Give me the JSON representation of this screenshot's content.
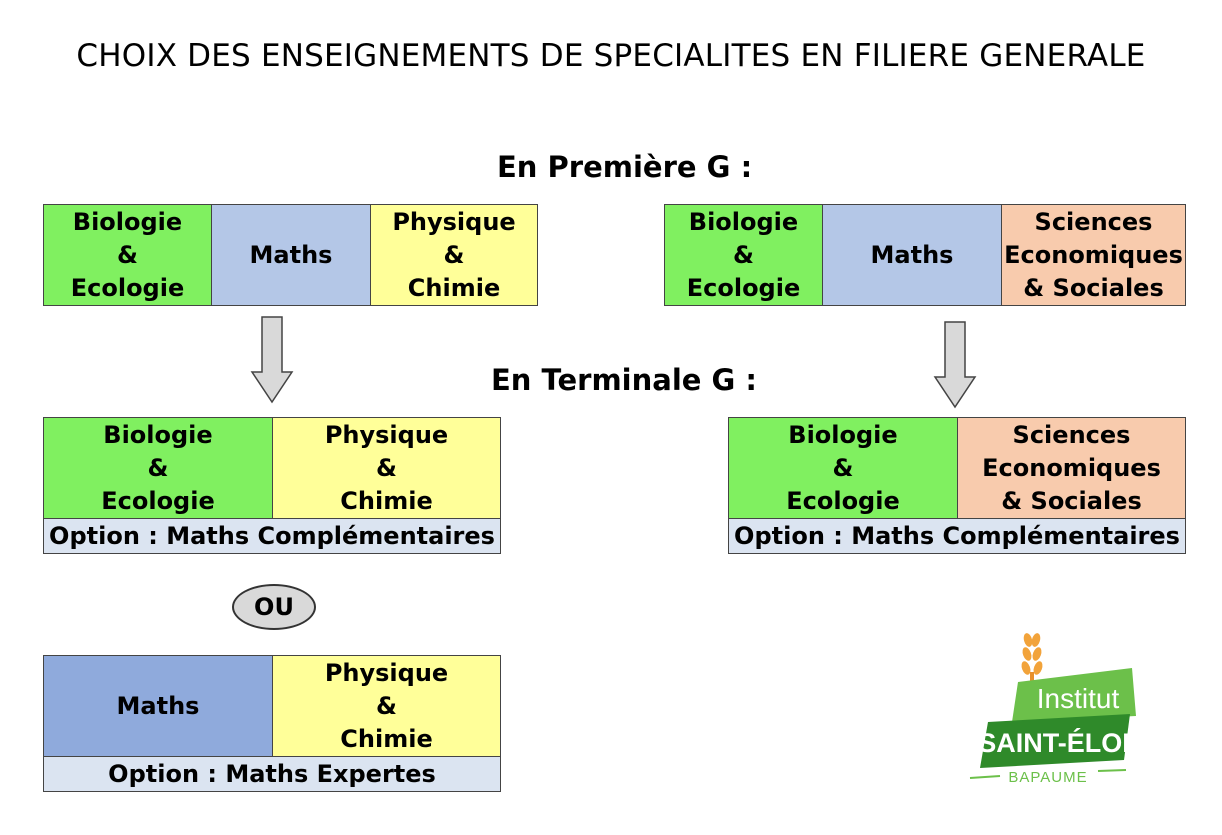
{
  "title": "CHOIX DES ENSEIGNEMENTS DE SPECIALITES EN FILIERE GENERALE",
  "premiere_heading": "En Première G :",
  "terminale_heading": "En Terminale G :",
  "premiere_left": [
    "Biologie\n&\nEcologie",
    "Maths",
    "Physique\n&\nChimie"
  ],
  "premiere_right": [
    "Biologie\n&\nEcologie",
    "Maths",
    "Sciences\nEconomiques\n& Sociales"
  ],
  "terminale_left_a": {
    "cells": [
      "Biologie\n&\nEcologie",
      "Physique\n&\nChimie"
    ],
    "option": "Option : Maths Complémentaires"
  },
  "ou_label": "OU",
  "terminale_left_b": {
    "cells": [
      "Maths",
      "Physique\n&\nChimie"
    ],
    "option": "Option : Maths Expertes"
  },
  "terminale_right": {
    "cells": [
      "Biologie\n&\nEcologie",
      "Sciences\nEconomiques\n& Sociales"
    ],
    "option": "Option : Maths Complémentaires"
  },
  "logo": {
    "line1": "Institut",
    "line2": "SAINT-ÉLOI",
    "line3": "BAPAUME"
  },
  "colors": {
    "green": "#80f060",
    "blue": "#b4c7e7",
    "blue_dark": "#8faadc",
    "yellow": "#ffff99",
    "peach": "#f8cbad",
    "option_bg": "#dbe4f1",
    "logo_green": "#4aa832"
  }
}
